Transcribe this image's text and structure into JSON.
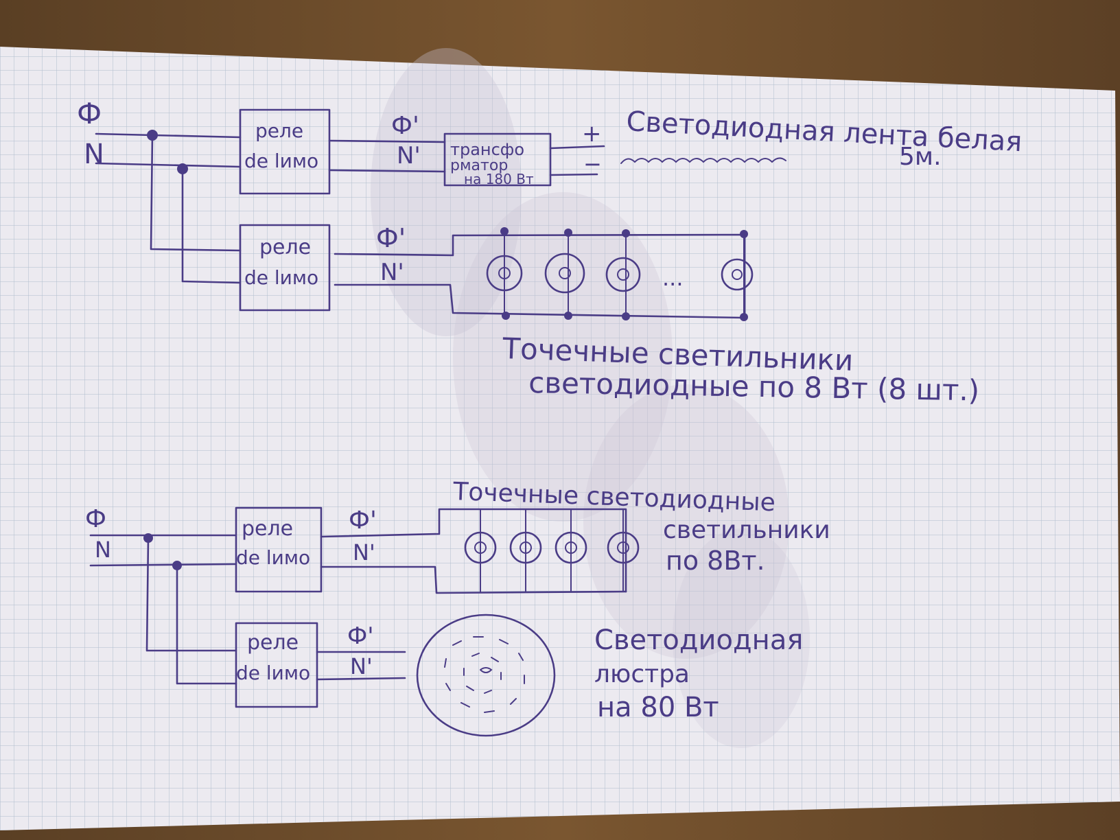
{
  "colors": {
    "ink": "#4a3c86",
    "paper": "#eceaf0",
    "grid": "#9fb0c4",
    "wood": "#6b4d2e"
  },
  "circuit1": {
    "phase": "Ф",
    "neutral": "N",
    "relay1": {
      "line1": "реле",
      "line2": "de lимо"
    },
    "relay1_out_phase": "Ф'",
    "relay1_out_neutral": "N'",
    "transformer": {
      "line1": "трансфо",
      "line2": "рматор",
      "line3": "на 180 Вт"
    },
    "plus": "+",
    "minus": "−",
    "strip_label": {
      "line1": "Светодиодная лента белая",
      "line2": "5м."
    },
    "relay2": {
      "line1": "реле",
      "line2": "de lимо"
    },
    "relay2_out_phase": "Ф'",
    "relay2_out_neutral": "N'",
    "ellipsis": "...",
    "spots_label": {
      "line1": "Точечные светильники",
      "line2": "светодиодные по 8 Вт (8 шт.)"
    }
  },
  "circuit2": {
    "phase": "Ф",
    "neutral": "N",
    "relay1": {
      "line1": "реле",
      "line2": "de lимо"
    },
    "relay1_out_phase": "Ф'",
    "relay1_out_neutral": "N'",
    "spots_label": {
      "line1": "Точечные светодиодные",
      "line2": "светильники",
      "line3": "по 8Вт."
    },
    "relay2": {
      "line1": "реле",
      "line2": "de lимо"
    },
    "relay2_out_phase": "Ф'",
    "relay2_out_neutral": "N'",
    "chandelier_label": {
      "line1": "Светодиодная",
      "line2": "люстра",
      "line3": "на 80 Вт"
    }
  }
}
